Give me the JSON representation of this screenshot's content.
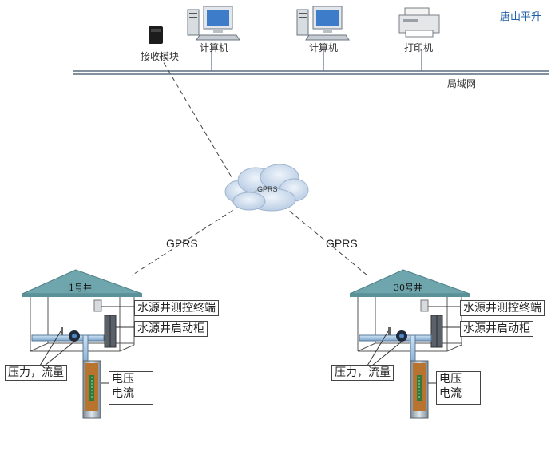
{
  "brand": "唐山平升",
  "network": {
    "receiver_label": "接收模块",
    "computer1_label": "计算机",
    "computer2_label": "计算机",
    "printer_label": "打印机",
    "lan_label": "局域网"
  },
  "cloud": {
    "label": "GPRS"
  },
  "links": {
    "left_label": "GPRS",
    "right_label": "GPRS"
  },
  "wells": [
    {
      "name": "1号井",
      "terminal_label": "水源井测控终端",
      "cabinet_label": "水源井启动柜",
      "pressure_label": "压力，流量",
      "voltage_label": "电压",
      "current_label": "电流"
    },
    {
      "name": "30号井",
      "terminal_label": "水源井测控终端",
      "cabinet_label": "水源井启动柜",
      "pressure_label": "压力，流量",
      "voltage_label": "电压",
      "current_label": "电流"
    }
  ],
  "colors": {
    "roof": "#6fa6ad",
    "cloud": "#c8d9ec",
    "brand": "#1f5fa8",
    "pump": "#b8742f"
  }
}
